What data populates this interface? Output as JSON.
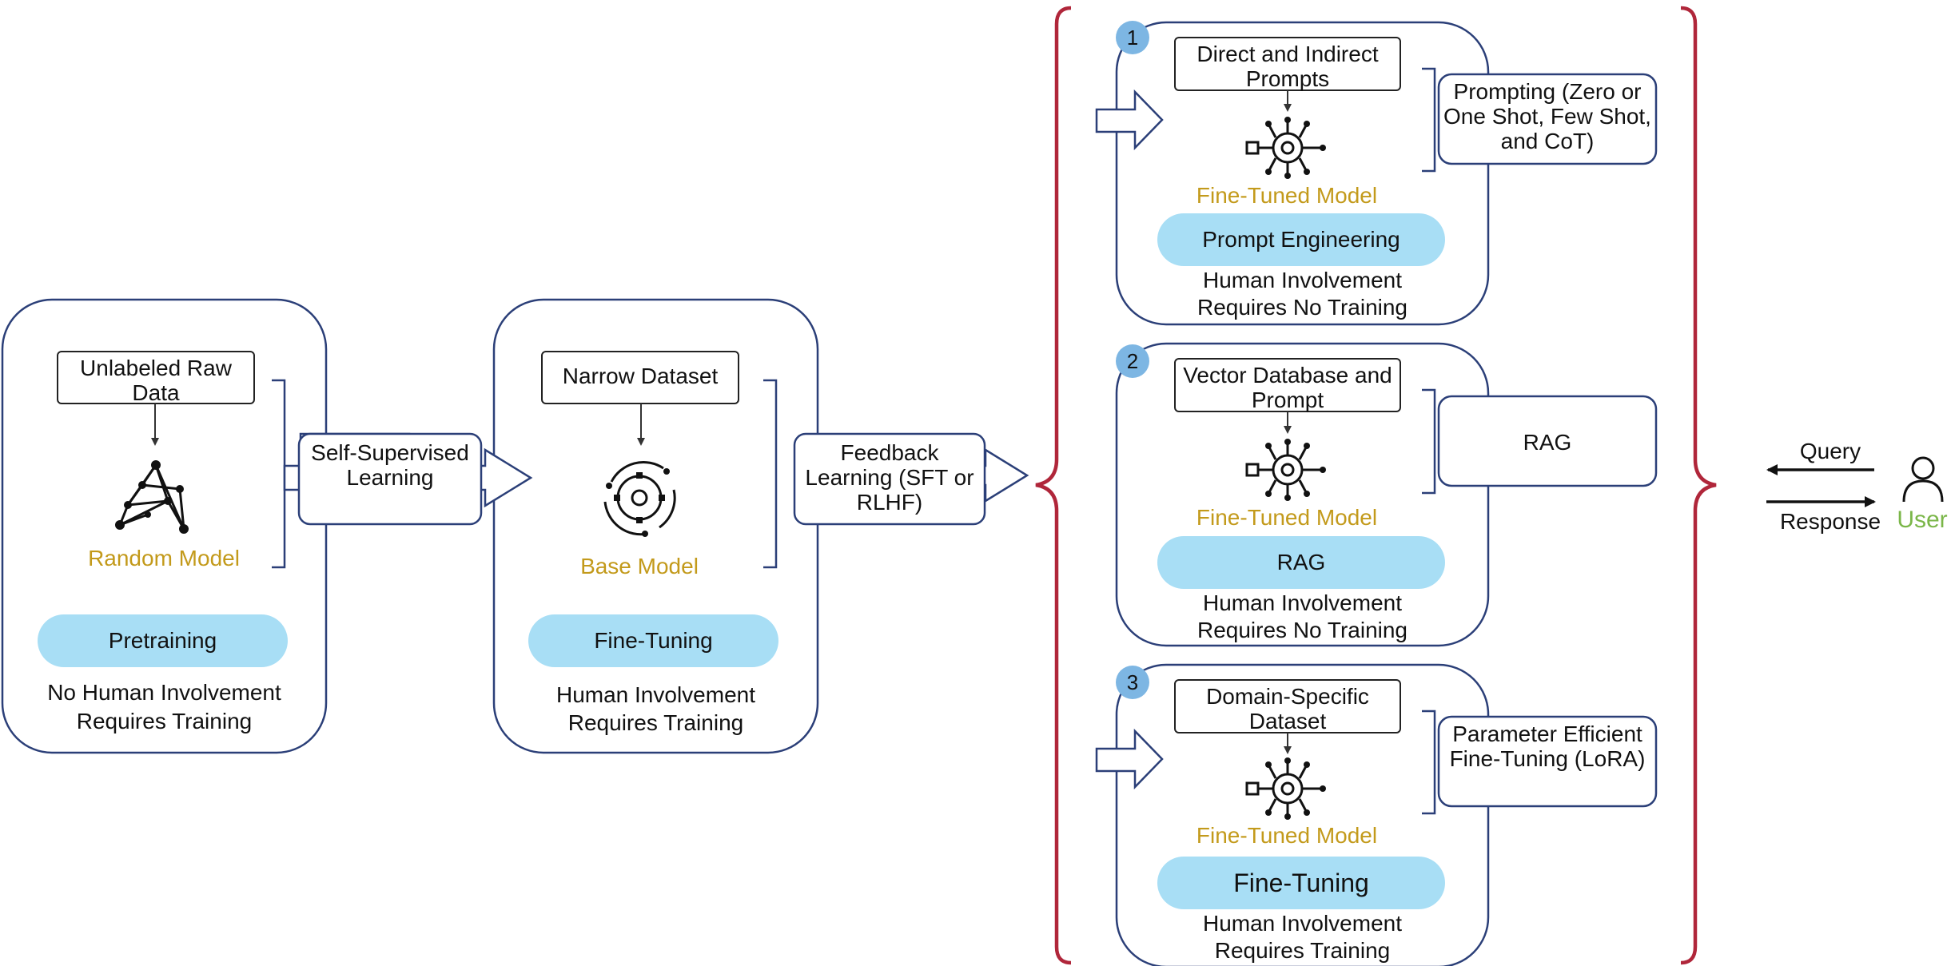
{
  "stage1": {
    "input_box": "Unlabeled Raw Data",
    "model_label": "Random Model",
    "pill": "Pretraining",
    "caption_line1": "No Human Involvement",
    "caption_line2": "Requires Training"
  },
  "arrow1_label": "Self-Supervised Learning",
  "stage2": {
    "input_box": "Narrow Dataset",
    "model_label": "Base Model",
    "pill": "Fine-Tuning",
    "caption_line1": "Human Involvement",
    "caption_line2": "Requires Training"
  },
  "arrow2_label": "Feedback Learning (SFT or RLHF)",
  "options": [
    {
      "number": "1",
      "input_box": "Direct and Indirect Prompts",
      "model_label": "Fine-Tuned Model",
      "pill": "Prompt Engineering",
      "caption_line1": "Human Involvement",
      "caption_line2": "Requires No Training",
      "side_box": "Prompting (Zero or One Shot, Few Shot, and CoT)"
    },
    {
      "number": "2",
      "input_box": "Vector Database and Prompt",
      "model_label": "Fine-Tuned Model",
      "pill": "RAG",
      "caption_line1": "Human Involvement",
      "caption_line2": "Requires No Training",
      "side_box": "RAG"
    },
    {
      "number": "3",
      "input_box": "Domain-Specific Dataset",
      "model_label": "Fine-Tuned Model",
      "pill": "Fine-Tuning",
      "caption_line1": "Human Involvement",
      "caption_line2": "Requires Training",
      "side_box": "Parameter Efficient Fine-Tuning (LoRA)"
    }
  ],
  "user": {
    "query_label": "Query",
    "response_label": "Response",
    "user_label": "User"
  },
  "colors": {
    "container_stroke": "#2b3f78",
    "bracket": "#b0263a",
    "pill_fill": "#a8def5",
    "model_label": "#c39a1b",
    "user_label": "#7ab648",
    "number_badge": "#7db6e3"
  },
  "icons": [
    "network-graph-icon",
    "gear-orbit-icon",
    "ai-chip-icon",
    "user-icon"
  ]
}
